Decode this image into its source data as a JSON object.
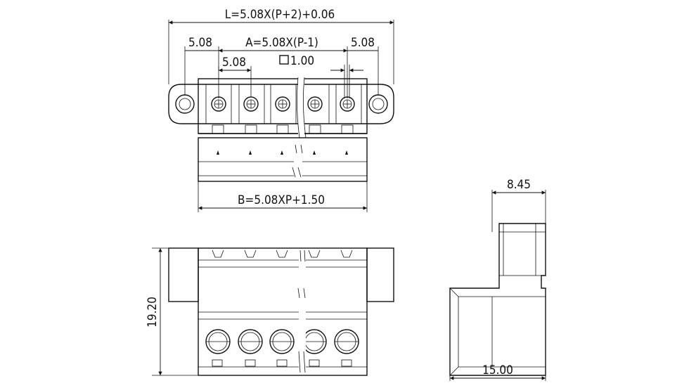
{
  "dimensions": {
    "overall_length": "L=5.08X(P+2)+0.06",
    "pitch_span": "A=5.08X(P-1)",
    "pitch_left": "5.08",
    "pitch_right": "5.08",
    "pitch_inner": "5.08",
    "pin_square": "1.00",
    "body_width": "B=5.08XP+1.50",
    "height": "19.20",
    "side_top": "8.45",
    "side_depth": "15.00"
  },
  "colors": {
    "line": "#111111",
    "background": "#ffffff"
  }
}
